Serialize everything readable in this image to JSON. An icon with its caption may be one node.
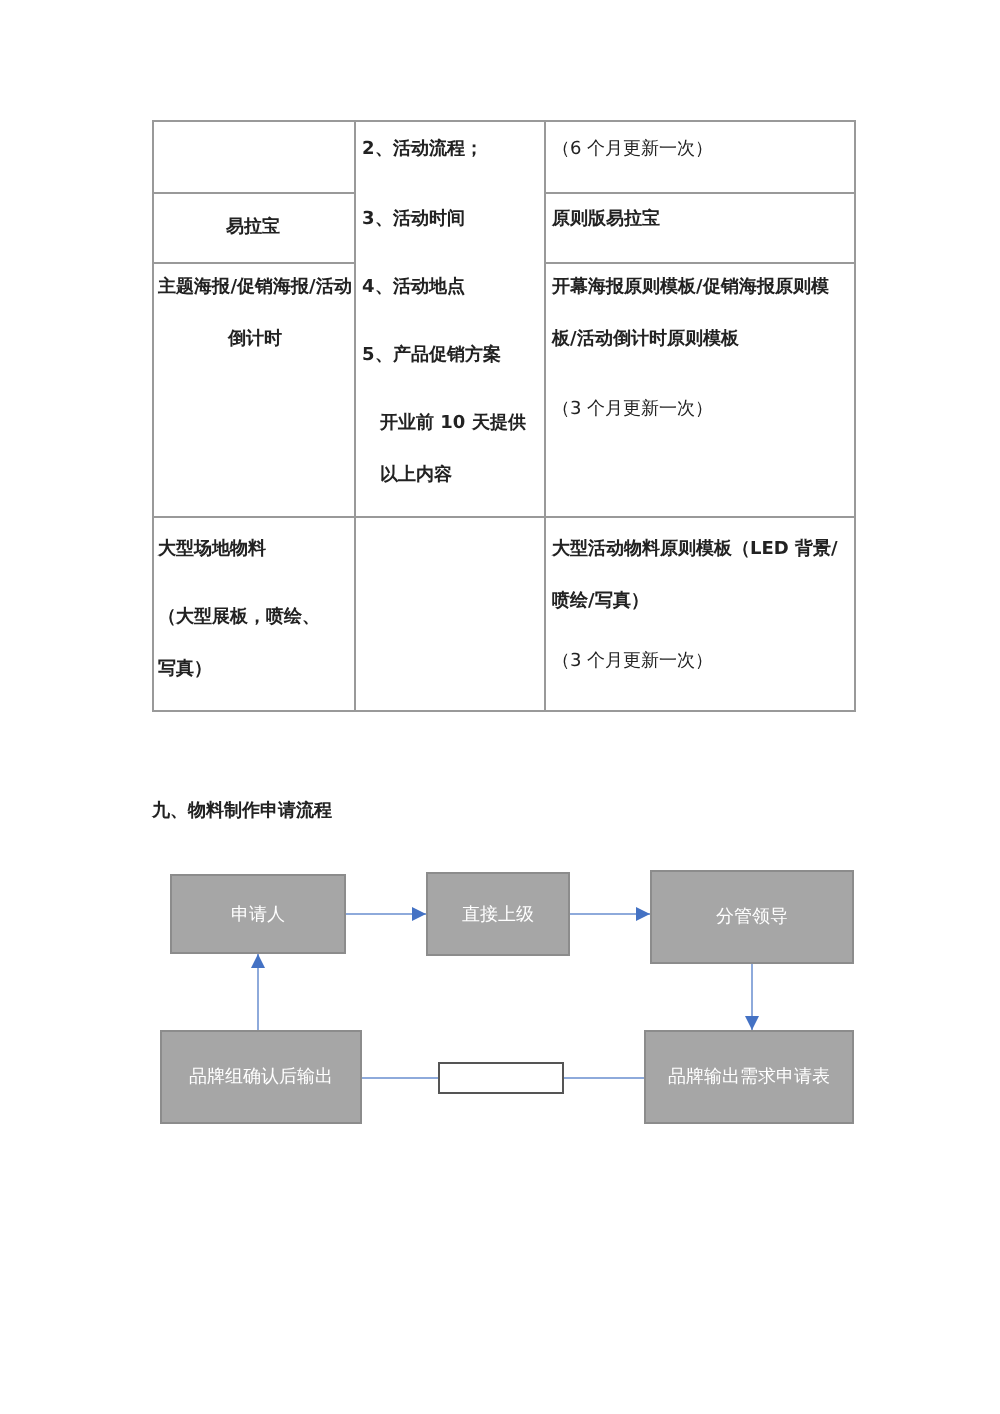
{
  "diagram": {
    "title": "九、物料制作申请流程",
    "nodes": [
      {
        "text": [
          "申请人"
        ]
      },
      {
        "text": [
          "直接上级"
        ]
      },
      {
        "text": [
          "分管领导"
        ]
      },
      {
        "text": [
          "品牌组确认后输出"
        ]
      },
      {
        "text": [],
        "shape": "box"
      },
      {
        "text": [
          "品牌输出需求申请表"
        ]
      }
    ],
    "edges": [
      {
        "from": 3,
        "to": 0,
        "arrow": "to"
      },
      {
        "from": 0,
        "to": 1,
        "arrow": "to"
      },
      {
        "from": 1,
        "to": 2,
        "arrow": "to"
      },
      {
        "from": 2,
        "to": 5,
        "arrow": "to"
      },
      {
        "from": 5,
        "to": 4,
        "arrow": "none"
      },
      {
        "from": 4,
        "to": 3,
        "arrow": "none"
      }
    ],
    "labels": [
      "2、活动流程；",
      "（6 个月更新一次）",
      "易拉宝",
      "3、活动时间",
      "原则版易拉宝",
      "主题海报/促销海报/活动倒计时",
      "4、活动地点",
      "开幕海报原则模板/促销海报原则模板/活动倒计时原则模板",
      "5、产品促销方案",
      "（3 个月更新一次）",
      "开业前 10 天提供以上内容",
      "大型场地物料",
      "（大型展板，喷绘、写真）",
      "大型活动物料原则模板（LED 背景/喷绘/写真）",
      "（3 个月更新一次）"
    ]
  }
}
